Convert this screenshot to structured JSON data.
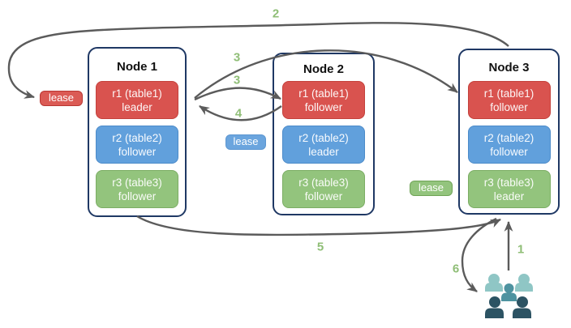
{
  "nodes": [
    {
      "title": "Node 1",
      "replicas": [
        {
          "name": "r1 (table1)",
          "role": "leader",
          "color": "red"
        },
        {
          "name": "r2 (table2)",
          "role": "follower",
          "color": "blue"
        },
        {
          "name": "r3 (table3)",
          "role": "follower",
          "color": "green"
        }
      ]
    },
    {
      "title": "Node 2",
      "replicas": [
        {
          "name": "r1 (table1)",
          "role": "follower",
          "color": "red"
        },
        {
          "name": "r2 (table2)",
          "role": "leader",
          "color": "blue"
        },
        {
          "name": "r3 (table3)",
          "role": "follower",
          "color": "green"
        }
      ]
    },
    {
      "title": "Node 3",
      "replicas": [
        {
          "name": "r1 (table1)",
          "role": "follower",
          "color": "red"
        },
        {
          "name": "r2 (table2)",
          "role": "follower",
          "color": "blue"
        },
        {
          "name": "r3 (table3)",
          "role": "leader",
          "color": "green"
        }
      ]
    }
  ],
  "leases": [
    {
      "label": "lease",
      "color": "#DB5B55"
    },
    {
      "label": "lease",
      "color": "#6BA5DE"
    },
    {
      "label": "lease",
      "color": "#93C47D"
    }
  ],
  "steps": {
    "step_1": "1",
    "step_2": "2",
    "step_3_upper": "3",
    "step_3_lower": "3",
    "step_4": "4",
    "step_5": "5",
    "step_6": "6"
  },
  "client_icon": "users-group-icon",
  "colors": {
    "replica_red": "#D9534F",
    "replica_blue": "#61A0DC",
    "replica_green": "#93C47D",
    "node_border": "#1F3864",
    "arrow": "#5B5B5B",
    "step_label": "#8FBE76",
    "client_light": "#8FC6C5",
    "client_medium": "#4E93A0",
    "client_dark": "#2C5363"
  }
}
